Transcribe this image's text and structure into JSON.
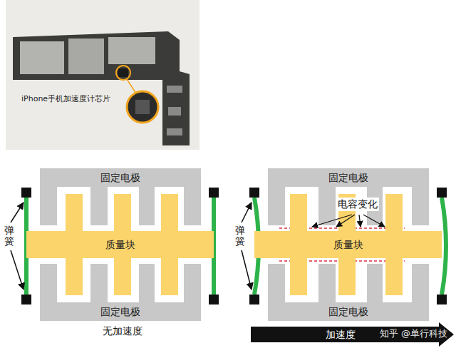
{
  "diagram": {
    "nodes": [
      {
        "text": [
          "固定电极"
        ]
      },
      {
        "text": [
          "固定电极"
        ]
      },
      {
        "text": [
          "质量块"
        ]
      },
      {
        "text": [
          "质量块"
        ]
      },
      {
        "text": [
          "固定电极"
        ]
      },
      {
        "text": [
          "固定电极"
        ]
      },
      {
        "text": [
          "加速度"
        ]
      }
    ],
    "labels": [
      "iPhone手机加速度计芯片",
      "弹簧",
      "弹簧",
      "电容变化",
      "无加速度",
      "知乎 @单行科技"
    ]
  }
}
